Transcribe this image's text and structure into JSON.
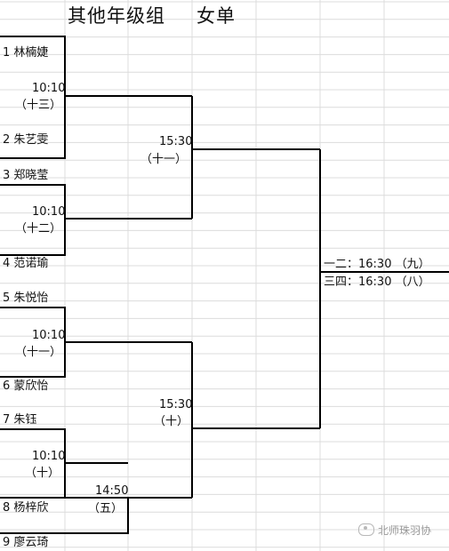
{
  "title": {
    "category": "其他年级组",
    "event": "女单"
  },
  "players": [
    "1 林楠婕",
    "2 朱艺雯",
    "3 郑晓莹",
    "4 范诺瑜",
    "5 朱悦怡",
    "6 蒙欣怡",
    "7 朱钰",
    "8 杨梓欣",
    "9 廖云琦"
  ],
  "matches": {
    "r1_a": {
      "time": "10:10",
      "court": "（十三）"
    },
    "r1_b": {
      "time": "10:10",
      "court": "（十二）"
    },
    "r1_c": {
      "time": "10:10",
      "court": "（十一）"
    },
    "r1_d": {
      "time": "10:10",
      "court": "（十）"
    },
    "r1_e": {
      "time": "14:50",
      "court": "（五）"
    },
    "r2_a": {
      "time": "15:30",
      "court": "（十一）"
    },
    "r2_b": {
      "time": "15:30",
      "court": "（十）"
    }
  },
  "placement": {
    "first_second": "一二：16:30 （九）",
    "third_fourth": "三四：16:30 （八）"
  },
  "watermark": "北师珠羽协",
  "colors": {
    "grid": "#dcdcdc",
    "line": "#000000",
    "text": "#111111"
  }
}
